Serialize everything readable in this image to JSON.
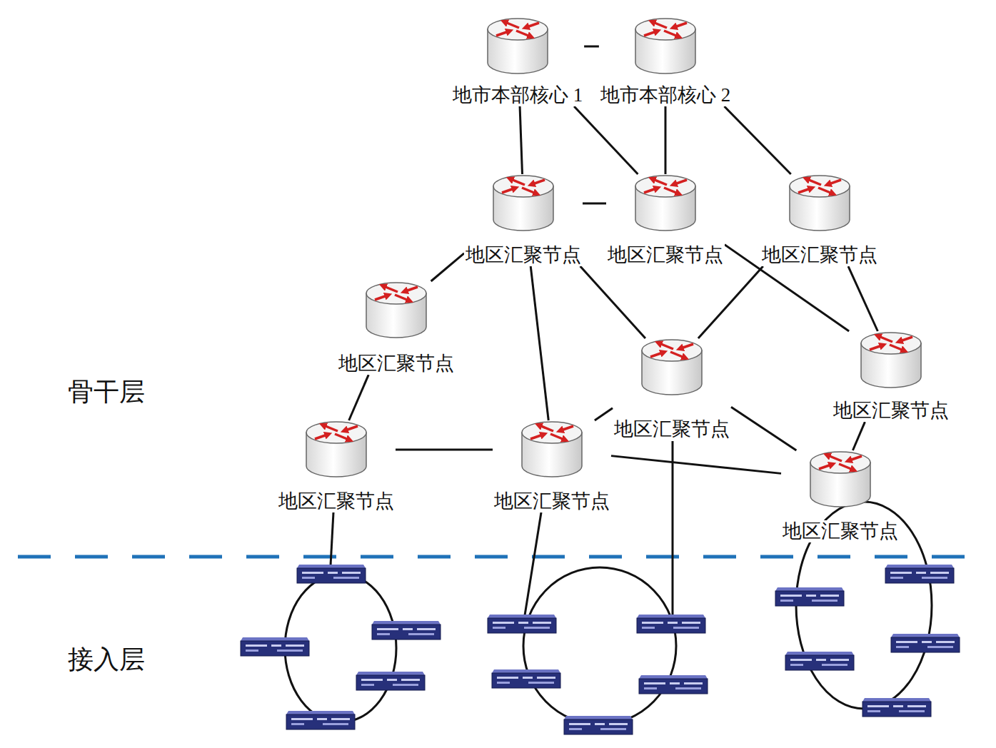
{
  "diagram": {
    "nodes": [
      {
        "text": [
          "地市本部核心 1"
        ]
      },
      {
        "text": [
          "地市本部核心 2"
        ]
      },
      {
        "text": [
          "地区汇聚节点"
        ]
      },
      {
        "text": [
          "地区汇聚节点"
        ]
      },
      {
        "text": [
          "地区汇聚节点"
        ]
      },
      {
        "text": [
          "地区汇聚节点"
        ]
      },
      {
        "text": [
          "地区汇聚节点"
        ]
      },
      {
        "text": [
          "地区汇聚节点"
        ]
      },
      {
        "text": [
          "地区汇聚节点"
        ]
      },
      {
        "text": [
          "地区汇聚节点"
        ]
      },
      {
        "text": [
          "地区汇聚节点"
        ]
      }
    ],
    "edges": [
      {
        "from": 0,
        "to": 1,
        "arrow": "none"
      },
      {
        "from": 0,
        "to": 2,
        "arrow": "none"
      },
      {
        "from": 0,
        "to": 3,
        "arrow": "none"
      },
      {
        "from": 1,
        "to": 3,
        "arrow": "none"
      },
      {
        "from": 1,
        "to": 4,
        "arrow": "none"
      },
      {
        "from": 2,
        "to": 3,
        "arrow": "none"
      },
      {
        "from": 2,
        "to": 5,
        "arrow": "none"
      },
      {
        "from": 2,
        "to": 9,
        "arrow": "none"
      },
      {
        "from": 2,
        "to": 6,
        "arrow": "none"
      },
      {
        "from": 3,
        "to": 7,
        "arrow": "none"
      },
      {
        "from": 4,
        "to": 6,
        "arrow": "none"
      },
      {
        "from": 4,
        "to": 7,
        "arrow": "none"
      },
      {
        "from": 5,
        "to": 8,
        "arrow": "none"
      },
      {
        "from": 8,
        "to": 9,
        "arrow": "none"
      },
      {
        "from": 9,
        "to": 6,
        "arrow": "none"
      },
      {
        "from": 9,
        "to": 10,
        "arrow": "none"
      },
      {
        "from": 6,
        "to": 10,
        "arrow": "none"
      },
      {
        "from": 7,
        "to": 10,
        "arrow": "none"
      }
    ],
    "labels": [
      "骨干层",
      "接入层"
    ]
  }
}
